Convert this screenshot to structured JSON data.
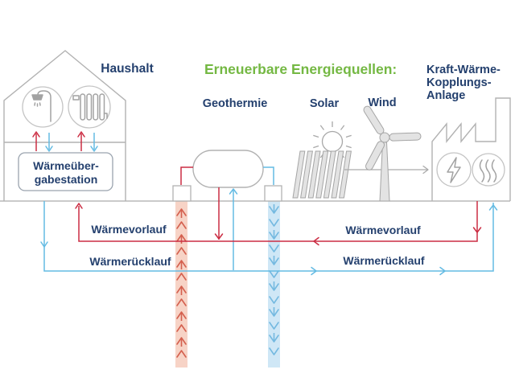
{
  "title": "District heating with renewable energy sources diagram",
  "labels": {
    "haushalt": "Haushalt",
    "heading": "Erneuerbare Energiequellen:",
    "geothermie": "Geothermie",
    "solar": "Solar",
    "wind": "Wind",
    "chp_line1": "Kraft-Wärme-",
    "chp_line2": "Kopplungs-",
    "chp_line3": "Anlage",
    "station_line1": "Wärmeüber-",
    "station_line2": "gabestation",
    "vorlauf_left": "Wärmevorlauf",
    "vorlauf_right": "Wärmevorlauf",
    "ruecklauf_left": "Wärmerücklauf",
    "ruecklauf_right": "Wärmerücklauf"
  },
  "colors": {
    "navy_text": "#24406e",
    "green_heading": "#74b843",
    "supply_red": "#cb2d43",
    "return_blue": "#64bbe3",
    "borehole_red_fill": "#f7d3c6",
    "borehole_blue_fill": "#cfe7f6",
    "flow_red": "#d4604f",
    "flow_blue": "#74b9e0",
    "outline_gray": "#b2b2b2",
    "icon_gray": "#a2a2a2",
    "background": "#ffffff"
  },
  "flow_chevrons": {
    "red_x": 225.5,
    "red_y_start": 263,
    "red_count": 12,
    "blue_x": 340.5,
    "blue_y_start": 262,
    "blue_count": 12,
    "step": 16
  }
}
